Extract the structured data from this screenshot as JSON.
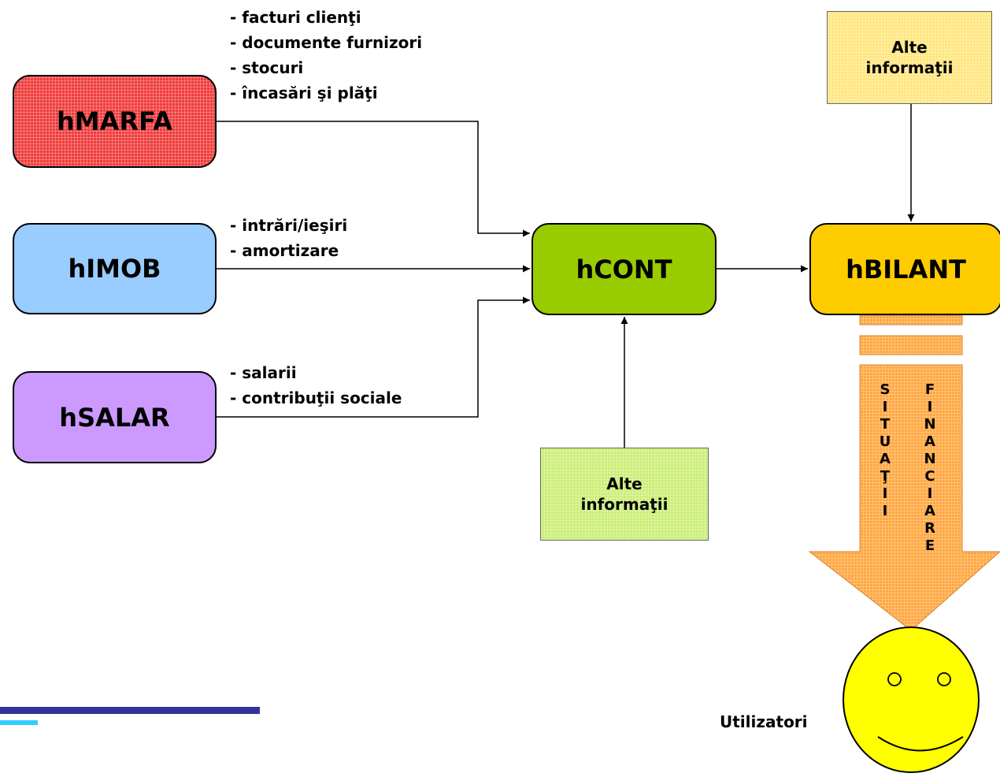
{
  "boxes": {
    "marfa": "hMARFA",
    "imob": "hIMOB",
    "salar": "hSALAR",
    "cont": "hCONT",
    "bilant": "hBILANT"
  },
  "notes": {
    "top": [
      "Alte",
      "informaţii"
    ],
    "mid": [
      "Alte",
      "informaţii"
    ]
  },
  "lists": {
    "marfa": [
      "- facturi clienţi",
      "- documente furnizori",
      "- stocuri",
      "- încasări şi plăţi"
    ],
    "imob": [
      "- intrări/ieşiri",
      "- amortizare"
    ],
    "salar": [
      "- salarii",
      "- contribuţii sociale"
    ]
  },
  "vertical_words": {
    "situatii": [
      "S",
      "I",
      "T",
      "U",
      "A",
      "Ţ",
      "I",
      "I"
    ],
    "financiare": [
      "F",
      "I",
      "N",
      "A",
      "N",
      "C",
      "I",
      "A",
      "R",
      "E"
    ]
  },
  "users_label": "Utilizatori",
  "colors": {
    "marfa": "#f03c3c",
    "imob": "#99ccff",
    "salar": "#cc99ff",
    "cont": "#99cc00",
    "bilant": "#ffcc00",
    "arrow": "#ffa640",
    "smiley": "#ffff00",
    "note_top": "#ffe680",
    "note_mid": "#ccee77"
  }
}
